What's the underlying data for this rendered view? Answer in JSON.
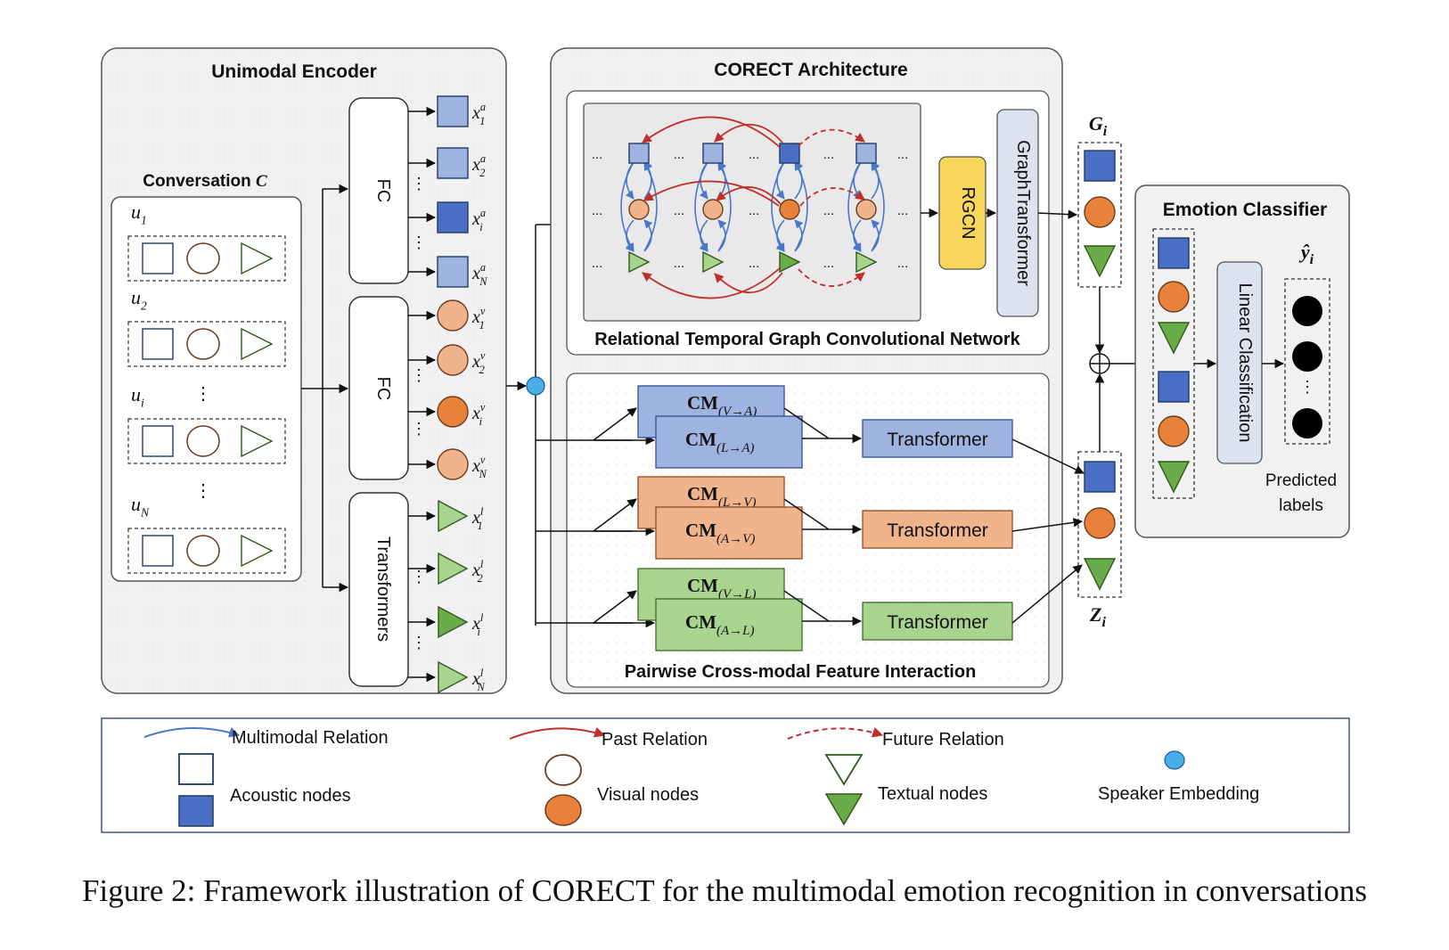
{
  "colors": {
    "acoustic": "#4a6fc4",
    "acoustic_light": "#9fb3e0",
    "visual": "#e8823a",
    "visual_light": "#f0b48c",
    "textual": "#6aac4a",
    "textual_light": "#a9d48f",
    "past_relation": "#c0302a",
    "multimodal_relation": "#4a78c8",
    "speaker": "#49aee8",
    "rgcn": "#f8d65c",
    "panel_bg": "#f1f1f1"
  },
  "unimodal": {
    "title": "Unimodal Encoder",
    "conversation_label": "Conversation",
    "conversation_symbol": "C",
    "utterances": [
      {
        "base": "u",
        "sub": "1"
      },
      {
        "base": "u",
        "sub": "2"
      },
      {
        "base": "u",
        "sub": "i"
      },
      {
        "base": "u",
        "sub": "N"
      }
    ],
    "fc1": "FC",
    "fc2": "FC",
    "transformers": "Transformers",
    "acoustic_features": [
      {
        "base": "x",
        "sub": "1",
        "sup": "a"
      },
      {
        "base": "x",
        "sub": "2",
        "sup": "a"
      },
      {
        "base": "x",
        "sub": "i",
        "sup": "a"
      },
      {
        "base": "x",
        "sub": "N",
        "sup": "a"
      }
    ],
    "visual_features": [
      {
        "base": "x",
        "sub": "1",
        "sup": "v"
      },
      {
        "base": "x",
        "sub": "2",
        "sup": "v"
      },
      {
        "base": "x",
        "sub": "i",
        "sup": "v"
      },
      {
        "base": "x",
        "sub": "N",
        "sup": "v"
      }
    ],
    "textual_features": [
      {
        "base": "x",
        "sub": "1",
        "sup": "l"
      },
      {
        "base": "x",
        "sub": "2",
        "sup": "l"
      },
      {
        "base": "x",
        "sub": "i",
        "sup": "l"
      },
      {
        "base": "x",
        "sub": "N",
        "sup": "l"
      }
    ]
  },
  "corect": {
    "title": "CORECT Architecture",
    "graph_title": "Relational Temporal Graph Convolutional Network",
    "rgcn": "RGCN",
    "graph_transformer": "GraphTransformer",
    "ellipsis": "...",
    "cross_title": "Pairwise Cross-modal Feature Interaction",
    "cm_prefix": "CM",
    "cm_pairs": [
      {
        "back": "(V→A)",
        "front": "(L→A)",
        "transformer": "Transformer"
      },
      {
        "back": "(L→V)",
        "front": "(A→V)",
        "transformer": "Transformer"
      },
      {
        "back": "(V→L)",
        "front": "(A→L)",
        "transformer": "Transformer"
      }
    ],
    "g_label": {
      "base": "G",
      "sub": "i"
    },
    "z_label": {
      "base": "Z",
      "sub": "i"
    }
  },
  "classifier": {
    "title": "Emotion Classifier",
    "linear": "Linear Classification",
    "y_label": {
      "base": "ŷ",
      "sub": "i"
    },
    "predicted_line1": "Predicted",
    "predicted_line2": "labels"
  },
  "legend": {
    "multimodal": "Multimodal Relation",
    "past": "Past Relation",
    "future": "Future Relation",
    "acoustic": "Acoustic nodes",
    "visual": "Visual nodes",
    "textual": "Textual nodes",
    "speaker": "Speaker Embedding"
  },
  "vdots": "⋮",
  "caption": "Figure 2: Framework illustration of CORECT for the multimodal emotion recognition in conversations"
}
